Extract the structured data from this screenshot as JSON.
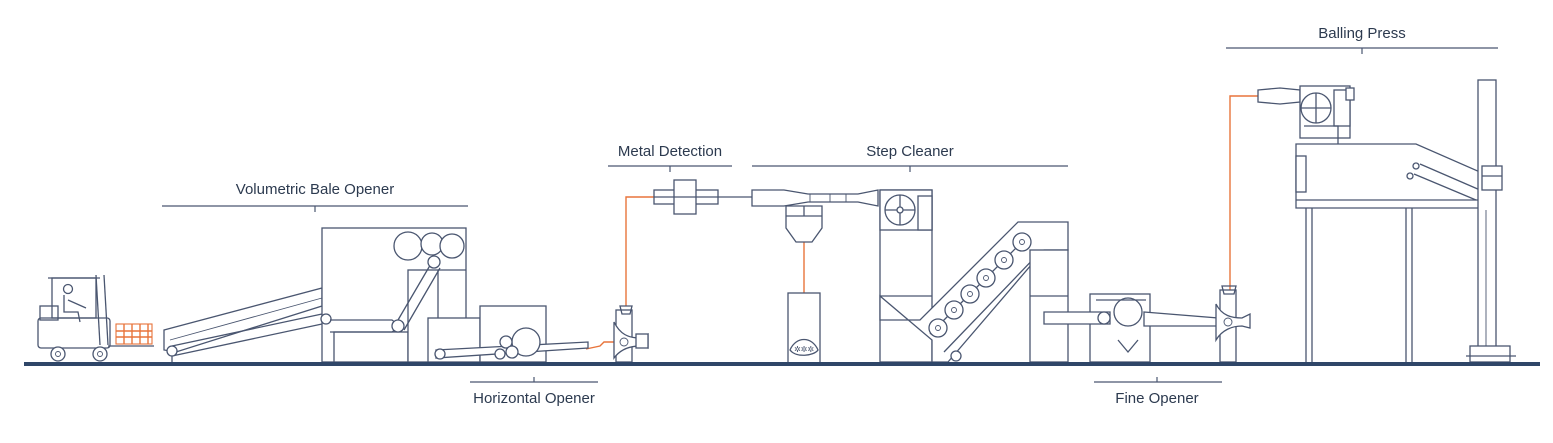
{
  "stages": {
    "volumetric_bale_opener": "Volumetric Bale Opener",
    "horizontal_opener": "Horizontal Opener",
    "metal_detection": "Metal Detection",
    "step_cleaner": "Step Cleaner",
    "fine_opener": "Fine Opener",
    "balling_press": "Balling Press"
  },
  "colors": {
    "ink": "#4a5670",
    "accent": "#e8743b",
    "ground": "#2f4668",
    "text": "#2c3a4f"
  },
  "icons": {
    "forklift": "forklift-icon",
    "bales": "bale-stack-icon",
    "fan": "fan-icon",
    "magnet": "magnet-icon",
    "cyclone": "cyclone-icon",
    "waste_bin": "waste-bin-icon"
  }
}
